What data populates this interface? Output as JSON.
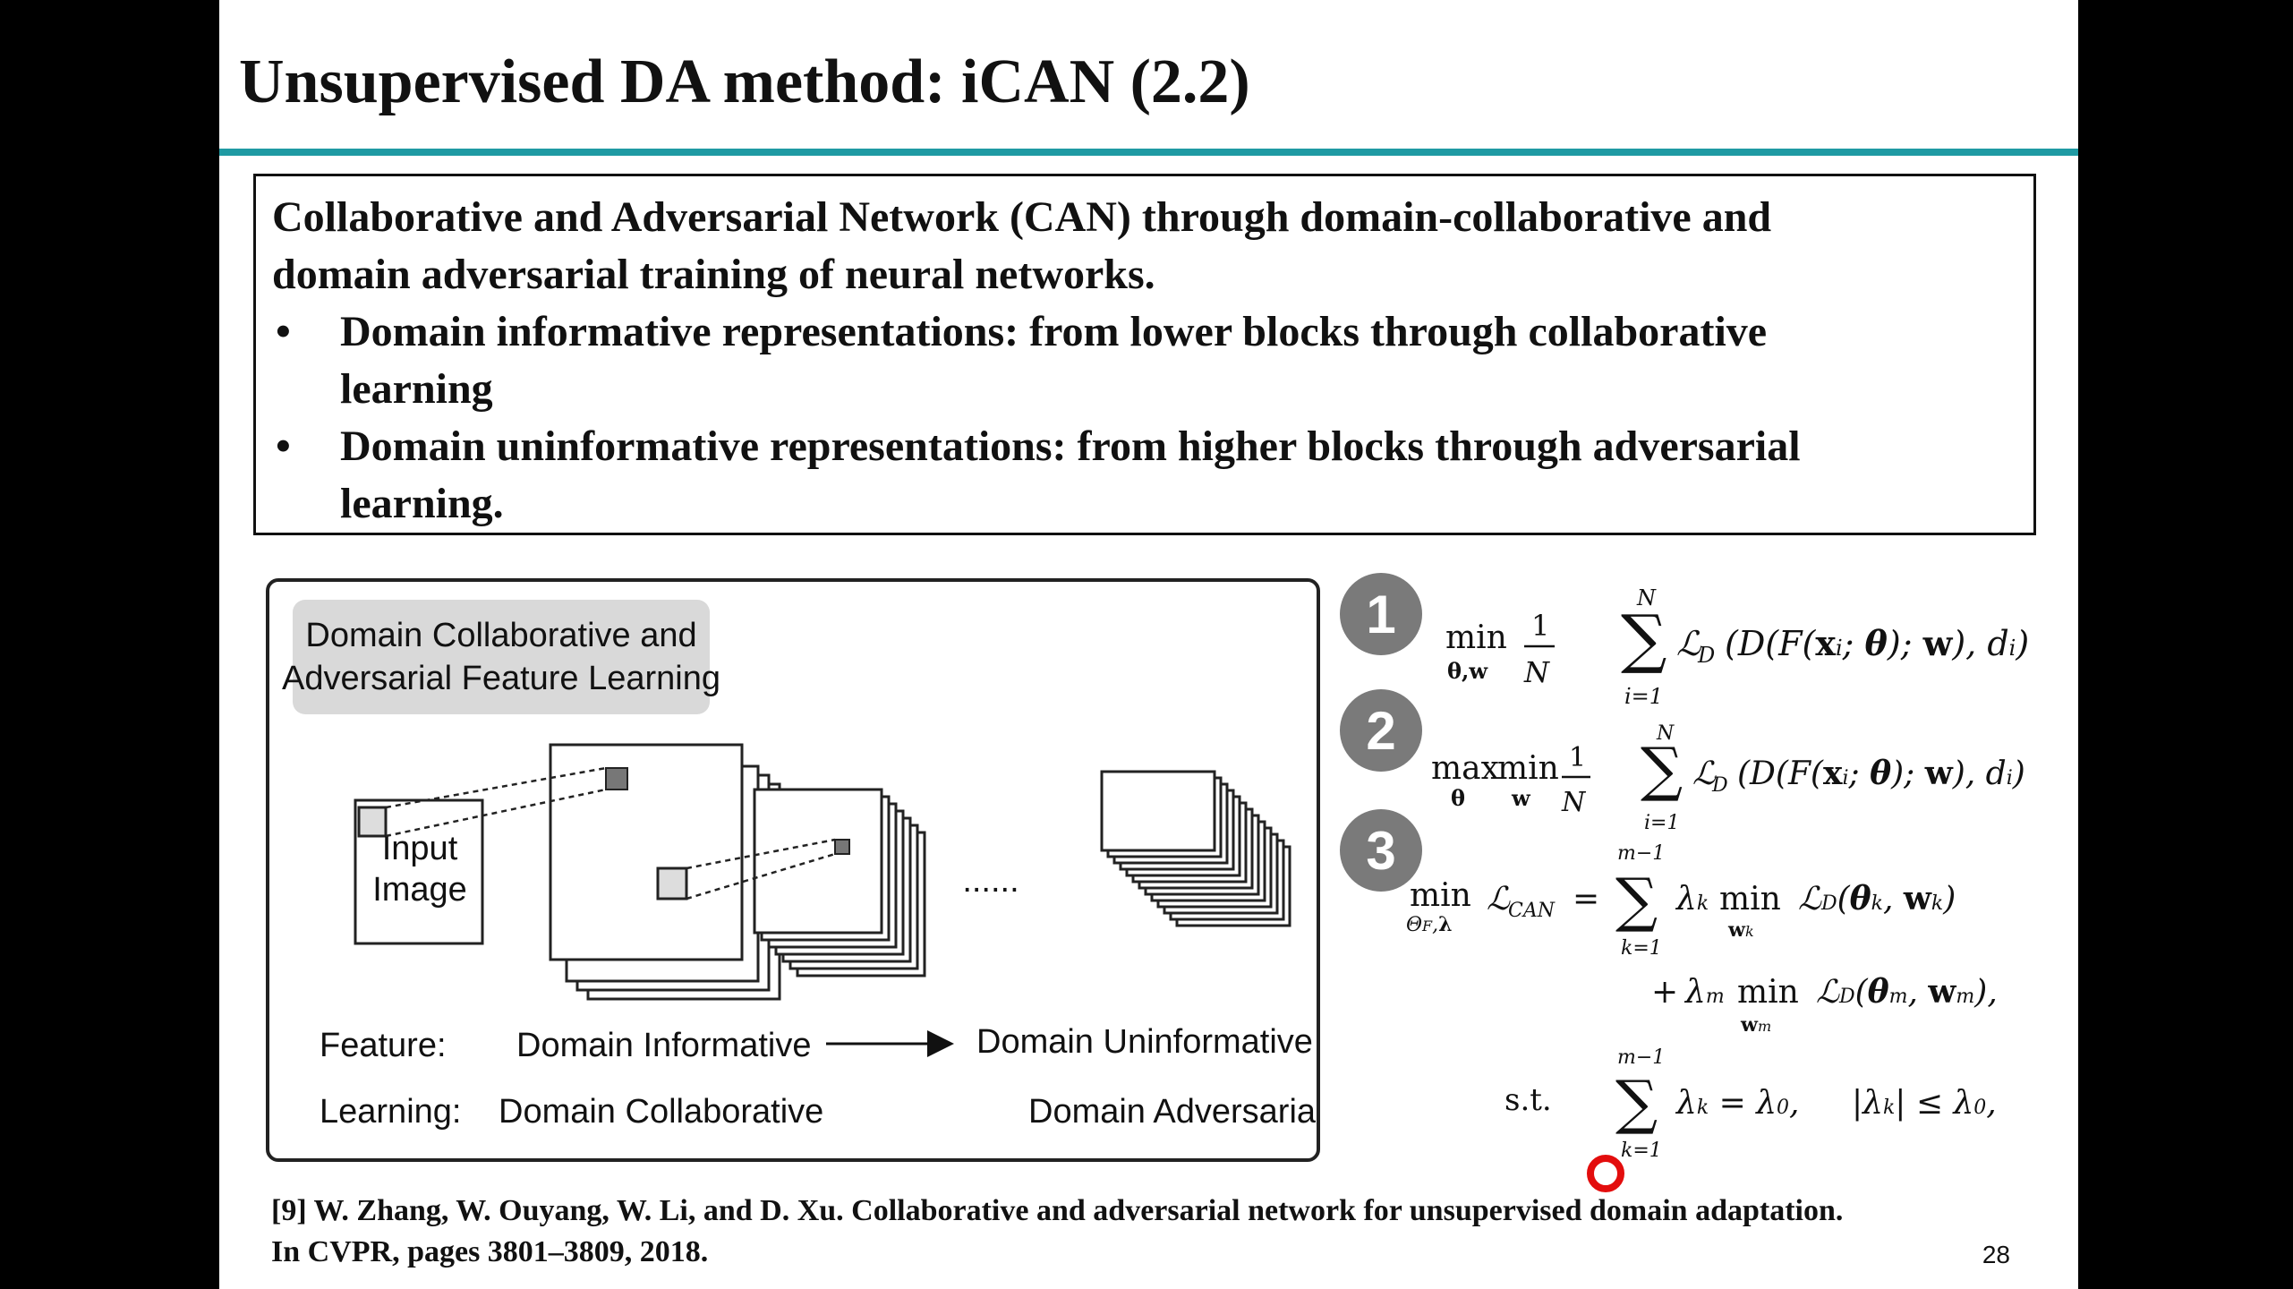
{
  "slide": {
    "title": "Unsupervised DA method: iCAN (2.2)",
    "summary": {
      "intro_line1": "Collaborative and Adversarial Network (CAN) through domain-collaborative and",
      "intro_line2": "domain adversarial training of neural networks.",
      "bullets": [
        {
          "marker": "•",
          "line1": "Domain informative representations: from lower blocks through collaborative",
          "line2": "learning"
        },
        {
          "marker": "•",
          "line1": "Domain uninformative representations: from higher blocks through adversarial",
          "line2": "learning."
        }
      ]
    },
    "figure": {
      "header_line1": "Domain Collaborative and",
      "header_line2": "Adversarial Feature Learning",
      "input_line1": "Input",
      "input_line2": "Image",
      "ellipsis": "......",
      "row1_label": "Feature:",
      "row1_left": "Domain Informative",
      "row1_right": "Domain Uninformative",
      "row2_label": "Learning:",
      "row2_left": "Domain Collaborative",
      "row2_right": "Domain Adversarial"
    },
    "equations": {
      "badges": [
        "1",
        "2",
        "3"
      ],
      "st_label": "s.t."
    },
    "reference_line1": "[9] W. Zhang, W. Ouyang, W. Li, and D. Xu. Collaborative and adversarial network for unsupervised domain adaptation.",
    "reference_line2": "In CVPR, pages 3801–3809, 2018.",
    "page_number": "28",
    "colors": {
      "title_rule": "#1f9aa3",
      "badge": "#7a7a7a",
      "cursor": "#e30d0d",
      "figure_header_bg": "#d9d9d9"
    }
  }
}
